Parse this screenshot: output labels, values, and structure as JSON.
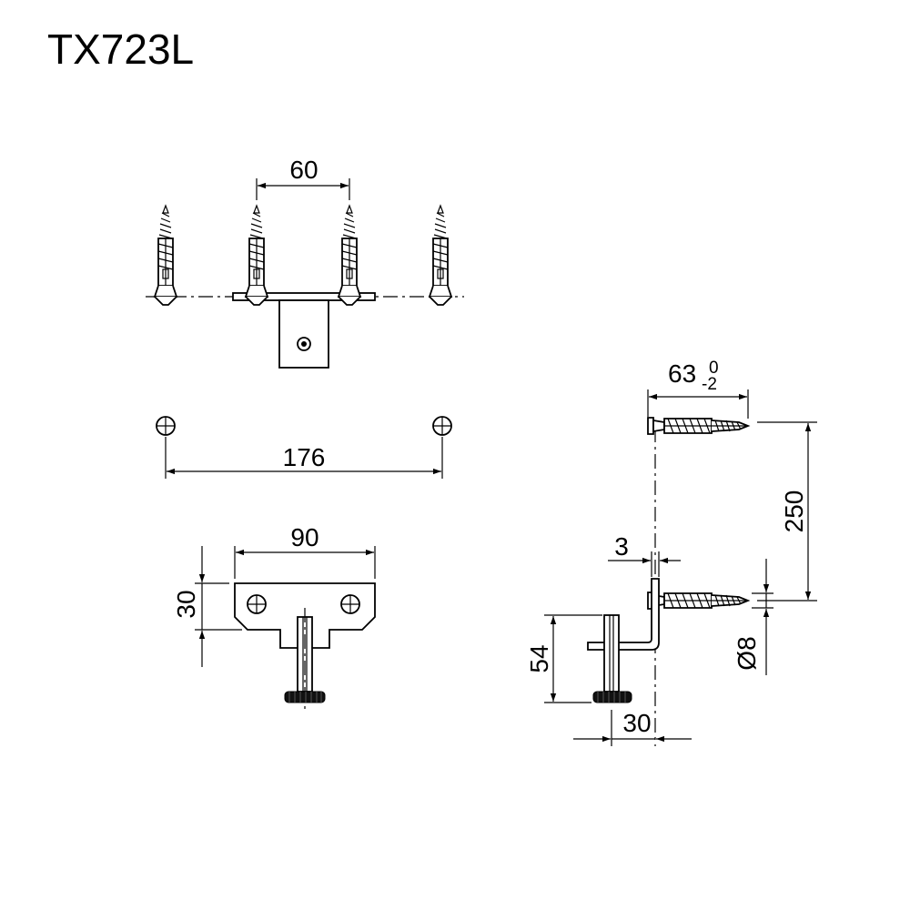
{
  "title": "TX723L",
  "dimensions": {
    "screw_spacing": "60",
    "hole_spacing": "176",
    "plate_width": "90",
    "plate_height": "30",
    "anchor_length": "63",
    "anchor_tol_upper": "0",
    "anchor_tol_lower": "-2",
    "vertical_spacing": "250",
    "plate_thickness": "3",
    "stem_height": "54",
    "offset": "30",
    "diameter": "Ø8"
  }
}
